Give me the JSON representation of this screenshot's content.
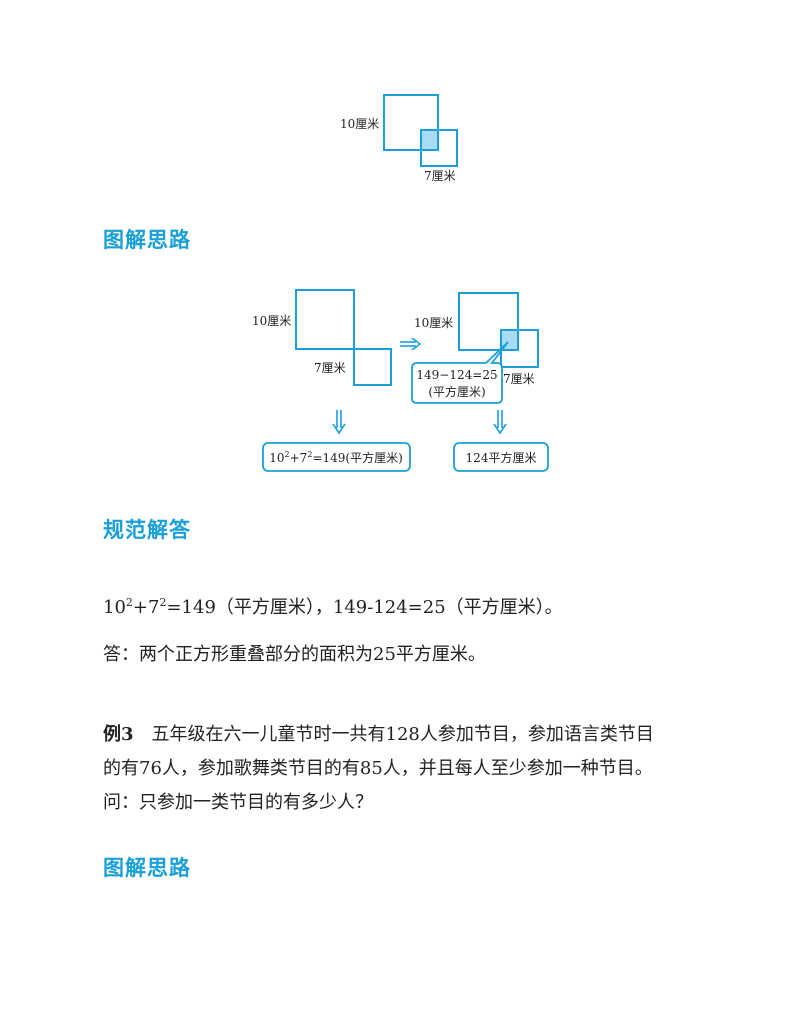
{
  "figure_top": {
    "label_10": "10厘米",
    "label_7": "7厘米"
  },
  "section1_title": "图解思路",
  "diagram": {
    "left_label_10": "10厘米",
    "left_label_7": "7厘米",
    "left_result_prefix": "10",
    "left_result_mid": "+7",
    "left_result_suffix": "=149(平方厘米)",
    "left_result_sup": "2",
    "right_label_10": "10厘米",
    "right_label_7": "7厘米",
    "callout_line1": "149−124=25",
    "callout_line2": "(平方厘米)",
    "right_result": "124平方厘米"
  },
  "section2_title": "规范解答",
  "solution": {
    "eq_prefix": "10",
    "eq_sup": "2",
    "eq_mid": "+7",
    "eq_rest": "=149（平方厘米），149-124=25（平方厘米）。",
    "answer": "答：两个正方形重叠部分的面积为25平方厘米。"
  },
  "example3": {
    "label": "例3",
    "line1": "五年级在六一儿童节时一共有128人参加节目，参加语言类节目",
    "line2": "的有76人，参加歌舞类节目的有85人，并且每人至少参加一种节目。",
    "line3": "问：只参加一类节目的有多少人？"
  },
  "section3_title": "图解思路",
  "colors": {
    "accent": "#1aa0d8",
    "shade": "#a9dcf2"
  }
}
